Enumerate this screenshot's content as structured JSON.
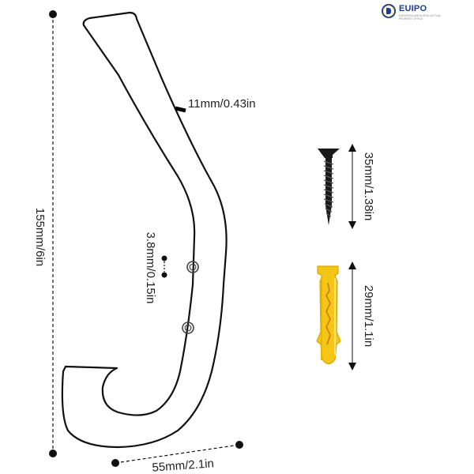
{
  "logo": {
    "name": "EUIPO",
    "tagline": "EUROPEAN UNION INTELLECTUAL PROPERTY OFFICE",
    "colors": {
      "primary": "#1c3d8c",
      "star": "#f2c200"
    }
  },
  "dimensions": {
    "height": "155mm/6in",
    "bottom_width": "55mm/2.1in",
    "hook_thickness": "11mm/0.43in",
    "hole_diameter": "3.8mm/0.15in",
    "screw_length": "35mm/1.38in",
    "anchor_length": "29mm/1.1in"
  },
  "colors": {
    "outline": "#111111",
    "dimension_line": "#111111",
    "anchor": "#f5c518",
    "anchor_shade": "#d9a800",
    "screw": "#1a1a1a"
  },
  "icons": {
    "hook": "wall-hook-outline",
    "screw": "wood-screw",
    "anchor": "plastic-wall-anchor"
  }
}
